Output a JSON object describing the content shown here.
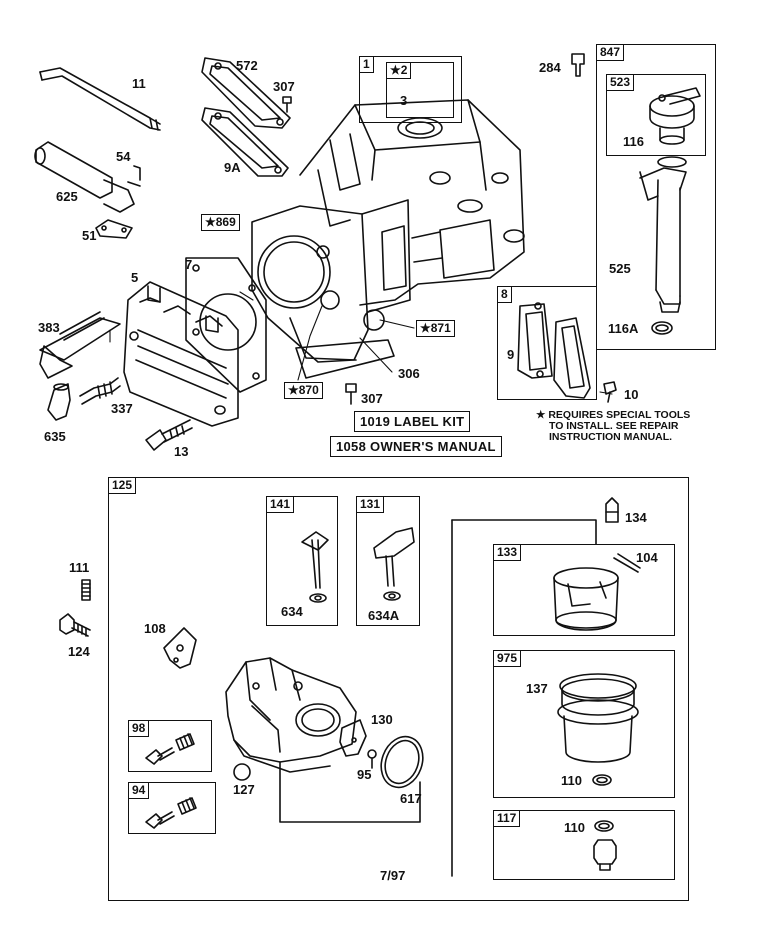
{
  "parts": {
    "p11": "11",
    "p572": "572",
    "p307a": "307",
    "p54": "54",
    "p625": "625",
    "p51": "51",
    "p9a": "9A",
    "p869": "★869",
    "p5": "5",
    "p7": "7",
    "p383": "383",
    "p337": "337",
    "p635": "635",
    "p13": "13",
    "p870": "★870",
    "p307b": "307",
    "p306": "306",
    "p871": "★871",
    "p1": "1",
    "p2": "★2",
    "p3": "3",
    "p284": "284",
    "p847": "847",
    "p523": "523",
    "p116": "116",
    "p525": "525",
    "p116a": "116A",
    "p8": "8",
    "p9": "9",
    "p10": "10",
    "p125": "125",
    "p141": "141",
    "p634": "634",
    "p131": "131",
    "p634a": "634A",
    "p134": "134",
    "p133": "133",
    "p104": "104",
    "p111": "111",
    "p124": "124",
    "p108": "108",
    "p975": "975",
    "p137": "137",
    "p98": "98",
    "p130": "130",
    "p127": "127",
    "p95": "95",
    "p617": "617",
    "p94": "94",
    "p110a": "110",
    "p117": "117",
    "p110b": "110"
  },
  "label_kit": "1019 LABEL KIT",
  "owners_manual": "1058 OWNER'S MANUAL",
  "note_line1": "★ REQUIRES SPECIAL TOOLS",
  "note_line2": "TO INSTALL.  SEE REPAIR",
  "note_line3": "INSTRUCTION MANUAL.",
  "date_code": "7/97"
}
